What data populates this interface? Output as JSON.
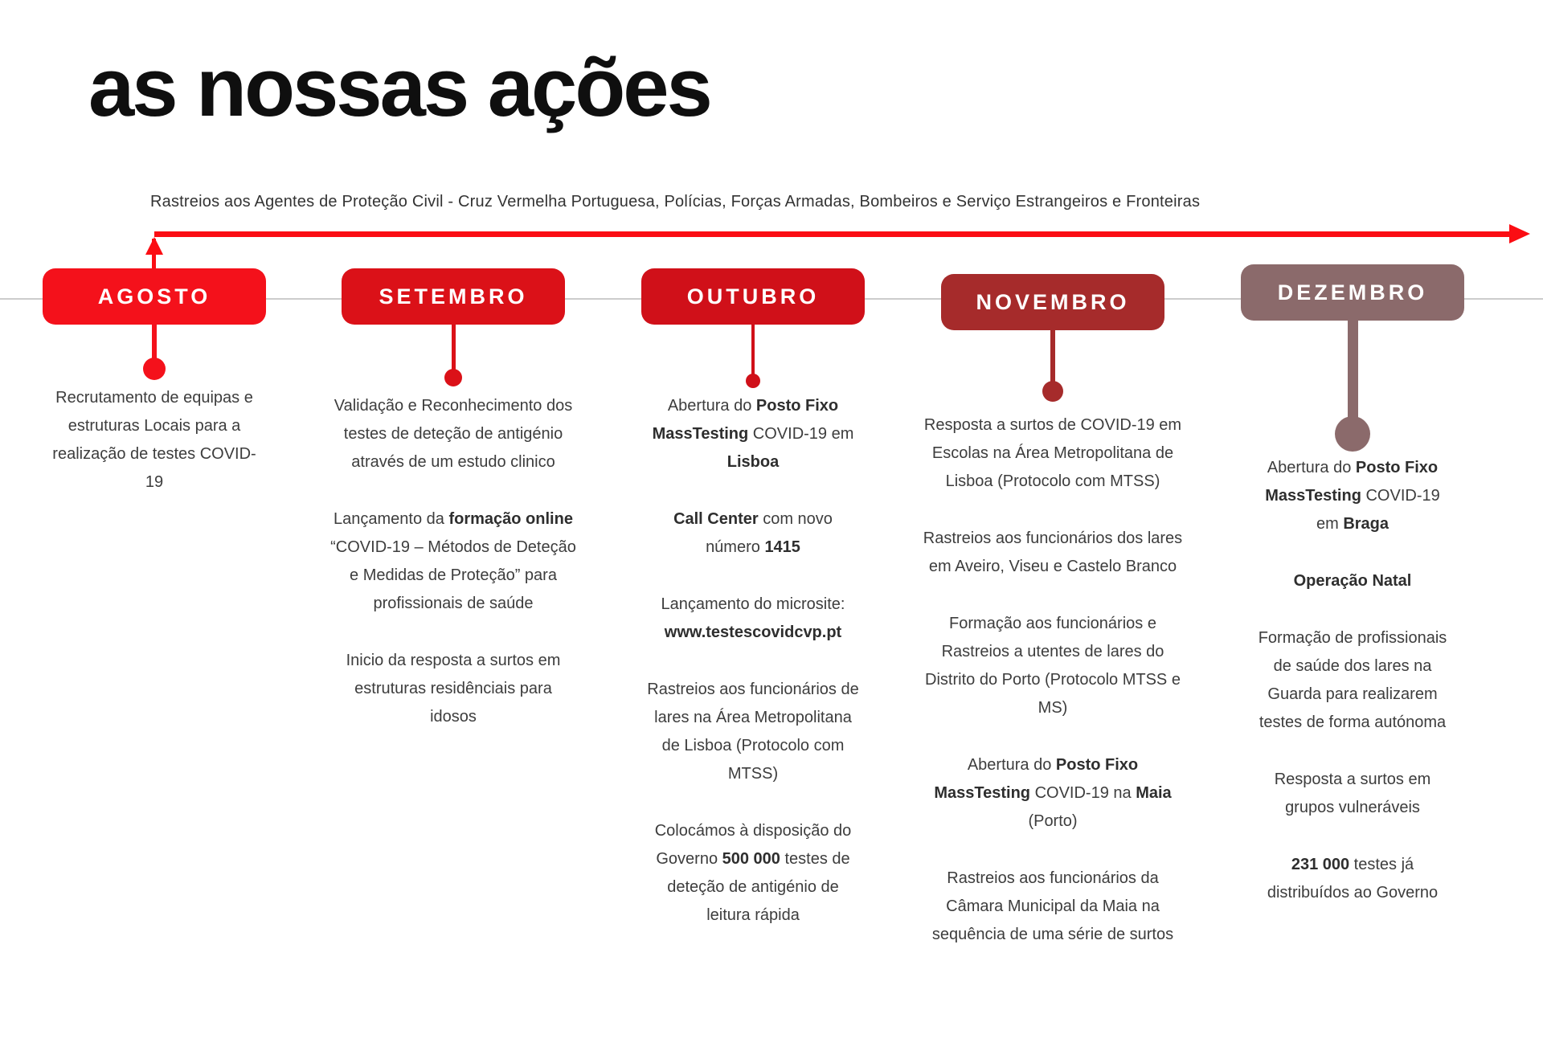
{
  "title": "as nossas ações",
  "banner": {
    "text": "Rastreios aos Agentes de Proteção Civil - Cruz Vermelha Portuguesa, Polícias, Forças Armadas, Bombeiros e Serviço Estrangeiros e Fronteiras",
    "arrow_color": "#fb0d13"
  },
  "timeline": {
    "line_color": "#cccccc"
  },
  "months": [
    {
      "label": "AGOSTO",
      "color": "#f4111b",
      "paragraphs": [
        [
          {
            "t": "Recrutamento de equipas e estruturas Locais para a realização de testes COVID-19",
            "b": false
          }
        ]
      ]
    },
    {
      "label": "SETEMBRO",
      "color": "#db1118",
      "paragraphs": [
        [
          {
            "t": "Validação e Reconhecimento dos testes de deteção de antigénio através de um estudo clinico",
            "b": false
          }
        ],
        [
          {
            "t": "Lançamento da ",
            "b": false
          },
          {
            "t": "formação online",
            "b": true
          },
          {
            "t": " “COVID-19 – Métodos de Deteção e Medidas de Proteção” para profissionais de saúde",
            "b": false
          }
        ],
        [
          {
            "t": "Inicio da resposta a surtos em estruturas residênciais para idosos",
            "b": false
          }
        ]
      ]
    },
    {
      "label": "OUTUBRO",
      "color": "#d01019",
      "paragraphs": [
        [
          {
            "t": "Abertura do ",
            "b": false
          },
          {
            "t": "Posto Fixo MassTesting",
            "b": true
          },
          {
            "t": " COVID-19 em ",
            "b": false
          },
          {
            "t": "Lisboa",
            "b": true
          }
        ],
        [
          {
            "t": "Call Center",
            "b": true
          },
          {
            "t": " com novo número ",
            "b": false
          },
          {
            "t": "1415",
            "b": true
          }
        ],
        [
          {
            "t": "Lançamento do microsite: ",
            "b": false
          },
          {
            "t": "www.testescovidcvp.pt",
            "b": true
          }
        ],
        [
          {
            "t": "Rastreios aos funcionários de lares na Área Metropolitana de Lisboa (Protocolo com MTSS)",
            "b": false
          }
        ],
        [
          {
            "t": "Colocámos à disposição  do Governo ",
            "b": false
          },
          {
            "t": "500 000",
            "b": true
          },
          {
            "t": " testes de deteção de antigénio de leitura rápida",
            "b": false
          }
        ]
      ]
    },
    {
      "label": "NOVEMBRO",
      "color": "#a62b2b",
      "paragraphs": [
        [
          {
            "t": "Resposta a surtos de COVID-19 em Escolas na Área Metropolitana de Lisboa (Protocolo com MTSS)",
            "b": false
          }
        ],
        [
          {
            "t": "Rastreios aos funcionários dos lares  em Aveiro, Viseu e Castelo Branco",
            "b": false
          }
        ],
        [
          {
            "t": "Formação aos funcionários e Rastreios a utentes de lares do Distrito do Porto (Protocolo MTSS e MS)",
            "b": false
          }
        ],
        [
          {
            "t": "Abertura do ",
            "b": false
          },
          {
            "t": "Posto Fixo MassTesting",
            "b": true
          },
          {
            "t": " COVID-19 na ",
            "b": false
          },
          {
            "t": "Maia",
            "b": true
          },
          {
            "t": " (Porto)",
            "b": false
          }
        ],
        [
          {
            "t": "Rastreios aos funcionários da Câmara Municipal da Maia na sequência de uma série de surtos",
            "b": false
          }
        ]
      ]
    },
    {
      "label": "DEZEMBRO",
      "color": "#8b6a6b",
      "paragraphs": [
        [
          {
            "t": "Abertura do ",
            "b": false
          },
          {
            "t": "Posto Fixo MassTesting",
            "b": true
          },
          {
            "t": " COVID-19 em ",
            "b": false
          },
          {
            "t": "Braga",
            "b": true
          }
        ],
        [
          {
            "t": "Operação Natal",
            "b": true
          }
        ],
        [
          {
            "t": "Formação de profissionais de saúde dos lares na Guarda para realizarem testes de forma autónoma",
            "b": false
          }
        ],
        [
          {
            "t": "Resposta a surtos em grupos vulneráveis",
            "b": false
          }
        ],
        [
          {
            "t": "231 000",
            "b": true
          },
          {
            "t": "  testes já distribuídos ao Governo",
            "b": false
          }
        ]
      ]
    }
  ]
}
